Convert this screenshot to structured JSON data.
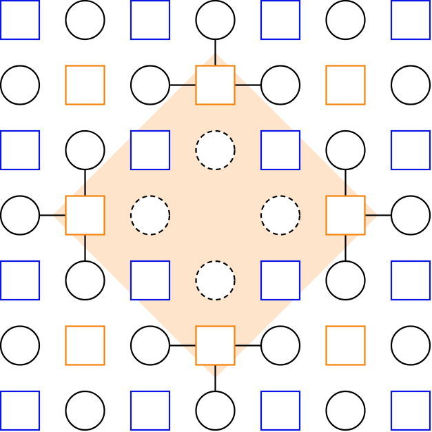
{
  "diagram": {
    "colors": {
      "background": "#ffffff",
      "region_fill": "#ffe4cc",
      "blue_square": "#0a14e6",
      "orange_square": "#f5820a",
      "circle_stroke": "#000000",
      "edge": "#000000"
    },
    "grid": {
      "rows": 7,
      "cols": 7
    },
    "region_corners_rc": [
      [
        0.5,
        3
      ],
      [
        3,
        5.5
      ],
      [
        5.5,
        3
      ],
      [
        3,
        0.5
      ]
    ],
    "nodes": [
      {
        "r": 0,
        "c": 0,
        "kind": "square",
        "color": "blue"
      },
      {
        "r": 0,
        "c": 1,
        "kind": "circle",
        "style": "solid"
      },
      {
        "r": 0,
        "c": 2,
        "kind": "square",
        "color": "blue"
      },
      {
        "r": 0,
        "c": 3,
        "kind": "circle",
        "style": "solid"
      },
      {
        "r": 0,
        "c": 4,
        "kind": "square",
        "color": "blue"
      },
      {
        "r": 0,
        "c": 5,
        "kind": "circle",
        "style": "solid"
      },
      {
        "r": 0,
        "c": 6,
        "kind": "square",
        "color": "blue"
      },
      {
        "r": 1,
        "c": 0,
        "kind": "circle",
        "style": "solid"
      },
      {
        "r": 1,
        "c": 1,
        "kind": "square",
        "color": "orange"
      },
      {
        "r": 1,
        "c": 2,
        "kind": "circle",
        "style": "solid"
      },
      {
        "r": 1,
        "c": 3,
        "kind": "square",
        "color": "orange"
      },
      {
        "r": 1,
        "c": 4,
        "kind": "circle",
        "style": "solid"
      },
      {
        "r": 1,
        "c": 5,
        "kind": "square",
        "color": "orange"
      },
      {
        "r": 1,
        "c": 6,
        "kind": "circle",
        "style": "solid"
      },
      {
        "r": 2,
        "c": 0,
        "kind": "square",
        "color": "blue"
      },
      {
        "r": 2,
        "c": 1,
        "kind": "circle",
        "style": "solid"
      },
      {
        "r": 2,
        "c": 2,
        "kind": "square",
        "color": "blue"
      },
      {
        "r": 2,
        "c": 3,
        "kind": "circle",
        "style": "dashed"
      },
      {
        "r": 2,
        "c": 4,
        "kind": "square",
        "color": "blue"
      },
      {
        "r": 2,
        "c": 5,
        "kind": "circle",
        "style": "solid"
      },
      {
        "r": 2,
        "c": 6,
        "kind": "square",
        "color": "blue"
      },
      {
        "r": 3,
        "c": 0,
        "kind": "circle",
        "style": "solid"
      },
      {
        "r": 3,
        "c": 1,
        "kind": "square",
        "color": "orange"
      },
      {
        "r": 3,
        "c": 2,
        "kind": "circle",
        "style": "dashed"
      },
      {
        "r": 3,
        "c": 4,
        "kind": "circle",
        "style": "dashed"
      },
      {
        "r": 3,
        "c": 5,
        "kind": "square",
        "color": "orange"
      },
      {
        "r": 3,
        "c": 6,
        "kind": "circle",
        "style": "solid"
      },
      {
        "r": 4,
        "c": 0,
        "kind": "square",
        "color": "blue"
      },
      {
        "r": 4,
        "c": 1,
        "kind": "circle",
        "style": "solid"
      },
      {
        "r": 4,
        "c": 2,
        "kind": "square",
        "color": "blue"
      },
      {
        "r": 4,
        "c": 3,
        "kind": "circle",
        "style": "dashed"
      },
      {
        "r": 4,
        "c": 4,
        "kind": "square",
        "color": "blue"
      },
      {
        "r": 4,
        "c": 5,
        "kind": "circle",
        "style": "solid"
      },
      {
        "r": 4,
        "c": 6,
        "kind": "square",
        "color": "blue"
      },
      {
        "r": 5,
        "c": 0,
        "kind": "circle",
        "style": "solid"
      },
      {
        "r": 5,
        "c": 1,
        "kind": "square",
        "color": "orange"
      },
      {
        "r": 5,
        "c": 2,
        "kind": "circle",
        "style": "solid"
      },
      {
        "r": 5,
        "c": 3,
        "kind": "square",
        "color": "orange"
      },
      {
        "r": 5,
        "c": 4,
        "kind": "circle",
        "style": "solid"
      },
      {
        "r": 5,
        "c": 5,
        "kind": "square",
        "color": "orange"
      },
      {
        "r": 5,
        "c": 6,
        "kind": "circle",
        "style": "solid"
      },
      {
        "r": 6,
        "c": 0,
        "kind": "square",
        "color": "blue"
      },
      {
        "r": 6,
        "c": 1,
        "kind": "circle",
        "style": "solid"
      },
      {
        "r": 6,
        "c": 2,
        "kind": "square",
        "color": "blue"
      },
      {
        "r": 6,
        "c": 3,
        "kind": "circle",
        "style": "solid"
      },
      {
        "r": 6,
        "c": 4,
        "kind": "square",
        "color": "blue"
      },
      {
        "r": 6,
        "c": 5,
        "kind": "circle",
        "style": "solid"
      },
      {
        "r": 6,
        "c": 6,
        "kind": "square",
        "color": "blue"
      }
    ],
    "edges": [
      {
        "from": [
          1,
          3
        ],
        "to": [
          0,
          3
        ]
      },
      {
        "from": [
          1,
          3
        ],
        "to": [
          1,
          2
        ]
      },
      {
        "from": [
          1,
          3
        ],
        "to": [
          1,
          4
        ]
      },
      {
        "from": [
          3,
          1
        ],
        "to": [
          2,
          1
        ]
      },
      {
        "from": [
          3,
          1
        ],
        "to": [
          4,
          1
        ]
      },
      {
        "from": [
          3,
          1
        ],
        "to": [
          3,
          0
        ]
      },
      {
        "from": [
          3,
          5
        ],
        "to": [
          2,
          5
        ]
      },
      {
        "from": [
          3,
          5
        ],
        "to": [
          4,
          5
        ]
      },
      {
        "from": [
          3,
          5
        ],
        "to": [
          3,
          6
        ]
      },
      {
        "from": [
          5,
          3
        ],
        "to": [
          5,
          2
        ]
      },
      {
        "from": [
          5,
          3
        ],
        "to": [
          5,
          4
        ]
      },
      {
        "from": [
          5,
          3
        ],
        "to": [
          6,
          3
        ]
      }
    ]
  }
}
